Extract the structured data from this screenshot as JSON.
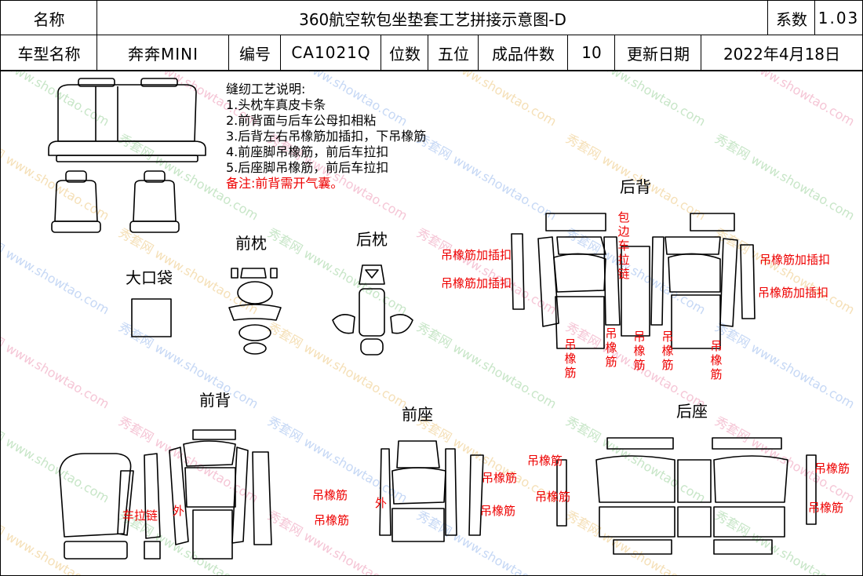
{
  "header": {
    "name_label": "名称",
    "title": "360航空软包坐垫套工艺拼接示意图-D",
    "coef_label": "系数",
    "coef_value": "1.03",
    "model_label": "车型名称",
    "model_value": "奔奔MINI",
    "code_label": "编号",
    "code_value": "CA1021Q",
    "seats_label": "位数",
    "seats_value": "五位",
    "pieces_label": "成品件数",
    "pieces_value": "10",
    "date_label": "更新日期",
    "date_value": "2022年4月18日"
  },
  "notes": {
    "heading": "缝纫工艺说明:",
    "items": [
      "1.头枕车真皮卡条",
      "2.前背面与后车公母扣相粘",
      "3.后背左右吊橡筋加插扣，下吊橡筋",
      "4.前座脚吊橡筋，前后车拉扣",
      "5.后座脚吊橡筋，前后车拉扣"
    ],
    "remark": "备注:前背需开气囊。"
  },
  "sections": {
    "front_headrest": "前枕",
    "rear_headrest": "后枕",
    "big_pocket": "大口袋",
    "rear_back": "后背",
    "front_back": "前背",
    "front_seat": "前座",
    "rear_seat": "后座"
  },
  "annotations": {
    "hang_elastic_insert": "吊橡筋加插扣",
    "hang_elastic": "吊橡筋",
    "edge_zipper": "包边车拉链",
    "zipper": "车拉链",
    "outer": "外"
  },
  "watermark": {
    "cn": "秀套网",
    "url": "www.showtao.com"
  },
  "colors": {
    "line": "#000000",
    "annotation": "#e00000"
  }
}
